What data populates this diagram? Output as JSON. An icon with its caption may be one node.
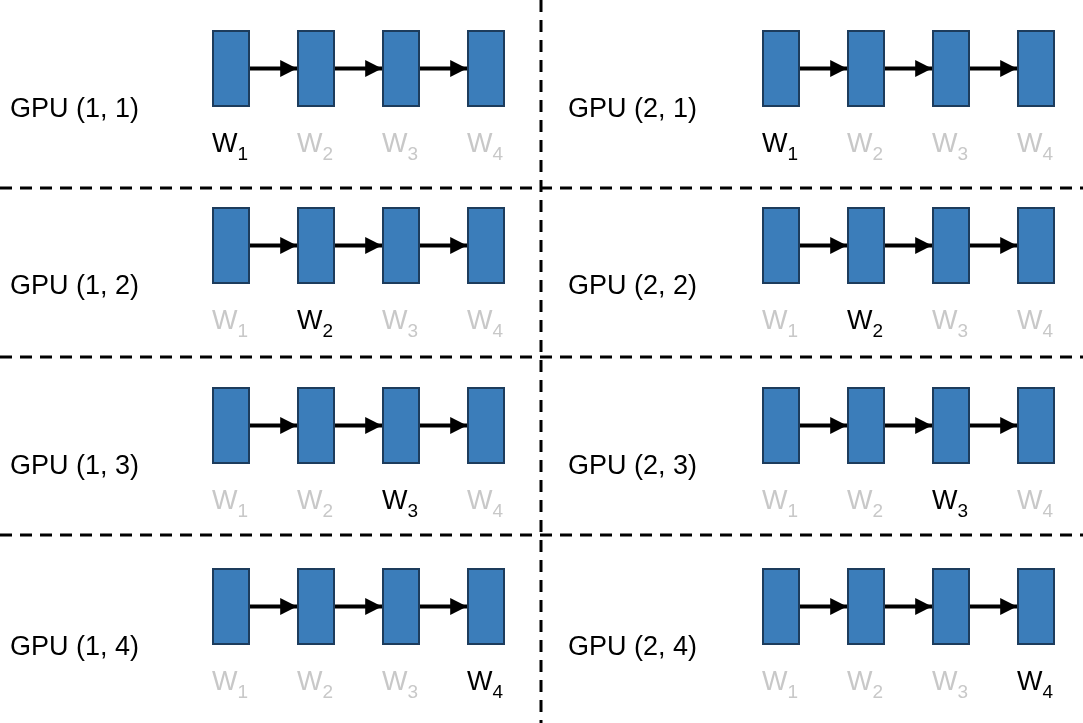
{
  "diagram": {
    "nodes": [
      {
        "text": [],
        "shape": "box",
        "beside": [
          "W$_{1}$"
        ]
      },
      {
        "text": [],
        "shape": "box",
        "beside": [
          "W$_{2}$"
        ]
      },
      {
        "text": [],
        "shape": "box",
        "beside": [
          "W$_{3}$"
        ]
      },
      {
        "text": [],
        "shape": "box",
        "beside": [
          "W$_{4}$"
        ]
      },
      {
        "text": [],
        "shape": "box",
        "beside": [
          "W$_{1}$"
        ]
      },
      {
        "text": [],
        "shape": "box",
        "beside": [
          "W$_{2}$"
        ]
      },
      {
        "text": [],
        "shape": "box",
        "beside": [
          "W$_{3}$"
        ]
      },
      {
        "text": [],
        "shape": "box",
        "beside": [
          "W$_{4}$"
        ]
      },
      {
        "text": [],
        "shape": "box",
        "beside": [
          "W$_{1}$"
        ]
      },
      {
        "text": [],
        "shape": "box",
        "beside": [
          "W$_{2}$"
        ]
      },
      {
        "text": [],
        "shape": "box",
        "beside": [
          "W$_{3}$"
        ]
      },
      {
        "text": [],
        "shape": "box",
        "beside": [
          "W$_{4}$"
        ]
      },
      {
        "text": [],
        "shape": "box",
        "beside": [
          "W$_{1}$"
        ]
      },
      {
        "text": [],
        "shape": "box",
        "beside": [
          "W$_{2}$"
        ]
      },
      {
        "text": [],
        "shape": "box",
        "beside": [
          "W$_{3}$"
        ]
      },
      {
        "text": [],
        "shape": "box",
        "beside": [
          "W$_{4}$"
        ]
      },
      {
        "text": [],
        "shape": "box",
        "beside": [
          "W$_{1}$"
        ]
      },
      {
        "text": [],
        "shape": "box",
        "beside": [
          "W$_{2}$"
        ]
      },
      {
        "text": [],
        "shape": "box",
        "beside": [
          "W$_{3}$"
        ]
      },
      {
        "text": [],
        "shape": "box",
        "beside": [
          "W$_{4}$"
        ]
      },
      {
        "text": [],
        "shape": "box",
        "beside": [
          "W$_{1}$"
        ]
      },
      {
        "text": [],
        "shape": "box",
        "beside": [
          "W$_{2}$"
        ]
      },
      {
        "text": [],
        "shape": "box",
        "beside": [
          "W$_{3}$"
        ]
      },
      {
        "text": [],
        "shape": "box",
        "beside": [
          "W$_{4}$"
        ]
      },
      {
        "text": [],
        "shape": "box",
        "beside": [
          "W$_{1}$"
        ]
      },
      {
        "text": [],
        "shape": "box",
        "beside": [
          "W$_{2}$"
        ]
      },
      {
        "text": [],
        "shape": "box",
        "beside": [
          "W$_{3}$"
        ]
      },
      {
        "text": [],
        "shape": "box",
        "beside": [
          "W$_{4}$"
        ]
      },
      {
        "text": [],
        "shape": "box",
        "beside": [
          "W$_{1}$"
        ]
      },
      {
        "text": [],
        "shape": "box",
        "beside": [
          "W$_{2}$"
        ]
      },
      {
        "text": [],
        "shape": "box",
        "beside": [
          "W$_{3}$"
        ]
      },
      {
        "text": [],
        "shape": "box",
        "beside": [
          "W$_{4}$"
        ]
      }
    ],
    "edges": [
      {
        "from": 0,
        "to": 1,
        "arrow": "to"
      },
      {
        "from": 1,
        "to": 2,
        "arrow": "to"
      },
      {
        "from": 2,
        "to": 3,
        "arrow": "to"
      },
      {
        "from": 4,
        "to": 5,
        "arrow": "to"
      },
      {
        "from": 5,
        "to": 6,
        "arrow": "to"
      },
      {
        "from": 6,
        "to": 7,
        "arrow": "to"
      },
      {
        "from": 8,
        "to": 9,
        "arrow": "to"
      },
      {
        "from": 9,
        "to": 10,
        "arrow": "to"
      },
      {
        "from": 10,
        "to": 11,
        "arrow": "to"
      },
      {
        "from": 12,
        "to": 13,
        "arrow": "to"
      },
      {
        "from": 13,
        "to": 14,
        "arrow": "to"
      },
      {
        "from": 14,
        "to": 15,
        "arrow": "to"
      },
      {
        "from": 16,
        "to": 17,
        "arrow": "to"
      },
      {
        "from": 17,
        "to": 18,
        "arrow": "to"
      },
      {
        "from": 18,
        "to": 19,
        "arrow": "to"
      },
      {
        "from": 20,
        "to": 21,
        "arrow": "to"
      },
      {
        "from": 21,
        "to": 22,
        "arrow": "to"
      },
      {
        "from": 22,
        "to": 23,
        "arrow": "to"
      },
      {
        "from": 24,
        "to": 25,
        "arrow": "to"
      },
      {
        "from": 25,
        "to": 26,
        "arrow": "to"
      },
      {
        "from": 26,
        "to": 27,
        "arrow": "to"
      },
      {
        "from": 28,
        "to": 29,
        "arrow": "to"
      },
      {
        "from": 29,
        "to": 30,
        "arrow": "to"
      },
      {
        "from": 30,
        "to": 31,
        "arrow": "to"
      }
    ],
    "labels": [
      "GPU (1, 1)",
      "GPU (2, 1)",
      "GPU (1, 2)",
      "GPU (2, 2)",
      "GPU (1, 3)",
      "GPU (2, 3)",
      "GPU (1, 4)",
      "GPU (2, 4)"
    ]
  }
}
